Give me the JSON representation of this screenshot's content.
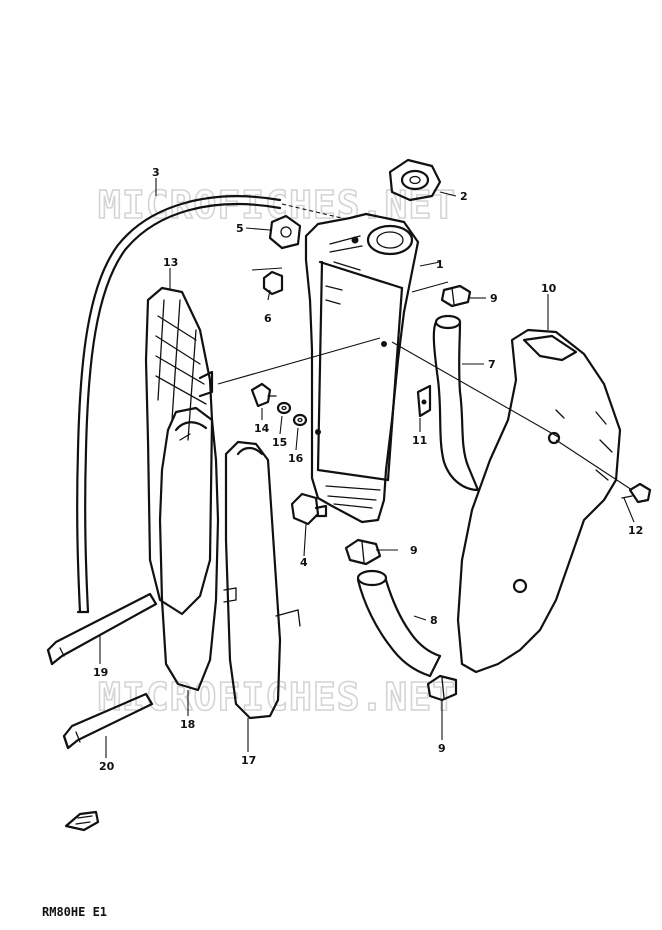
{
  "watermarks": [
    "MICROFICHES.NET",
    "MICROFICHES.NET"
  ],
  "footer_code": "RM80HE E1",
  "callouts": {
    "c1": "1",
    "c2": "2",
    "c3": "3",
    "c4": "4",
    "c5": "5",
    "c6": "6",
    "c7": "7",
    "c8": "8",
    "c9a": "9",
    "c9b": "9",
    "c9c": "9",
    "c10": "10",
    "c11": "11",
    "c12": "12",
    "c13": "13",
    "c14": "14",
    "c15": "15",
    "c16": "16",
    "c17": "17",
    "c18": "18",
    "c19": "19",
    "c20": "20"
  }
}
